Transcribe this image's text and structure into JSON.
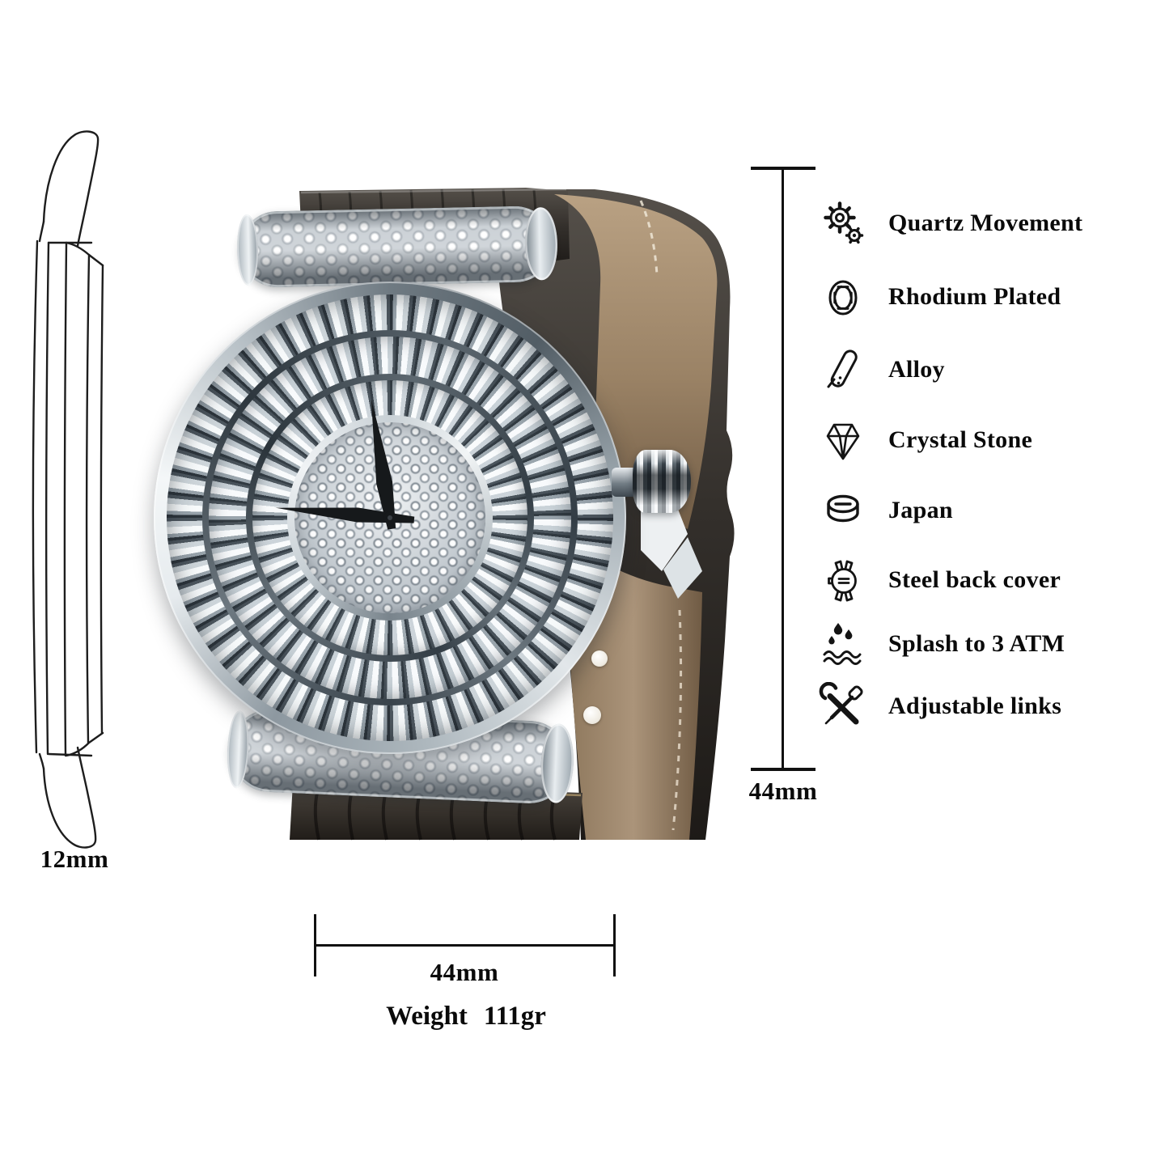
{
  "side_profile": {
    "thickness": "12mm"
  },
  "dimensions": {
    "case_height": "44mm",
    "case_width": "44mm"
  },
  "weight": {
    "label": "Weight",
    "value": "111gr"
  },
  "features": [
    {
      "icon": "gears-icon",
      "label": "Quartz Movement"
    },
    {
      "icon": "bezel-ring-icon",
      "label": "Rhodium Plated"
    },
    {
      "icon": "alloy-bar-icon",
      "label": "Alloy"
    },
    {
      "icon": "diamond-icon",
      "label": "Crystal Stone"
    },
    {
      "icon": "movement-drum-icon",
      "label": "Japan"
    },
    {
      "icon": "case-back-icon",
      "label": "Steel back cover"
    },
    {
      "icon": "water-drops-icon",
      "label": "Splash to 3 ATM"
    },
    {
      "icon": "tools-icon",
      "label": "Adjustable links"
    }
  ],
  "watch": {
    "colors": {
      "strap_dark": "#332f2b",
      "strap_lining_tan": "#9a8265",
      "metal_light": "#f4f7f8",
      "metal_dark": "#525d65",
      "hands": "#16191b",
      "text": "#0a0a0a"
    }
  }
}
